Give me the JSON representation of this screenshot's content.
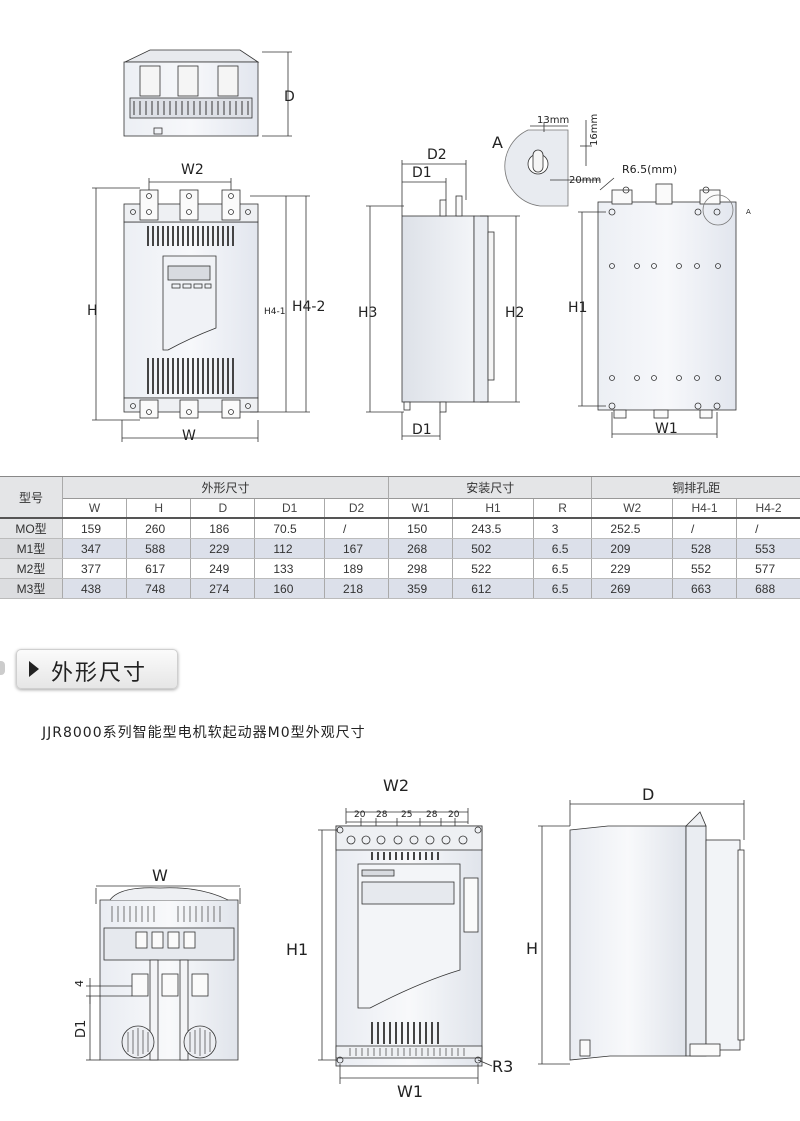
{
  "top_drawings": {
    "label_D": "D",
    "label_W2": "W2",
    "label_H": "H",
    "label_H4_1": "H4-1",
    "label_H4_2": "H4-2",
    "label_W": "W",
    "label_D2": "D2",
    "label_D1_top": "D1",
    "label_D1_bottom": "D1",
    "label_H3": "H3",
    "label_H2": "H2",
    "label_H1": "H1",
    "label_W1": "W1",
    "label_A": "A",
    "label_13mm": "13mm",
    "label_16mm": "16mm",
    "label_20mm": "20mm",
    "label_R65": "R6.5(mm)",
    "label_A_small": "A"
  },
  "table": {
    "model_header": "型号",
    "groups": [
      "外形尺寸",
      "安装尺寸",
      "铜排孔距"
    ],
    "columns": [
      "W",
      "H",
      "D",
      "D1",
      "D2",
      "W1",
      "H1",
      "R",
      "W2",
      "H4-1",
      "H4-2"
    ],
    "rows": [
      {
        "model": "MO型",
        "cells": [
          "159",
          "260",
          "186",
          "70.5",
          "/",
          "150",
          "243.5",
          "3",
          "252.5",
          "/",
          "/"
        ]
      },
      {
        "model": "M1型",
        "cells": [
          "347",
          "588",
          "229",
          "112",
          "167",
          "268",
          "502",
          "6.5",
          "209",
          "528",
          "553"
        ]
      },
      {
        "model": "M2型",
        "cells": [
          "377",
          "617",
          "249",
          "133",
          "189",
          "298",
          "522",
          "6.5",
          "229",
          "552",
          "577"
        ]
      },
      {
        "model": "M3型",
        "cells": [
          "438",
          "748",
          "274",
          "160",
          "218",
          "359",
          "612",
          "6.5",
          "269",
          "663",
          "688"
        ]
      }
    ]
  },
  "section": {
    "title": "外形尺寸"
  },
  "caption": "JJR8000系列智能型电机软起动器M0型外观尺寸",
  "bottom_drawings": {
    "label_W": "W",
    "label_4": "4",
    "label_D1": "D1",
    "label_W2": "W2",
    "label_20a": "20",
    "label_28a": "28",
    "label_25": "25",
    "label_28b": "28",
    "label_20b": "20",
    "label_H1": "H1",
    "label_W1": "W1",
    "label_R3": "R3",
    "label_D": "D",
    "label_H": "H"
  }
}
